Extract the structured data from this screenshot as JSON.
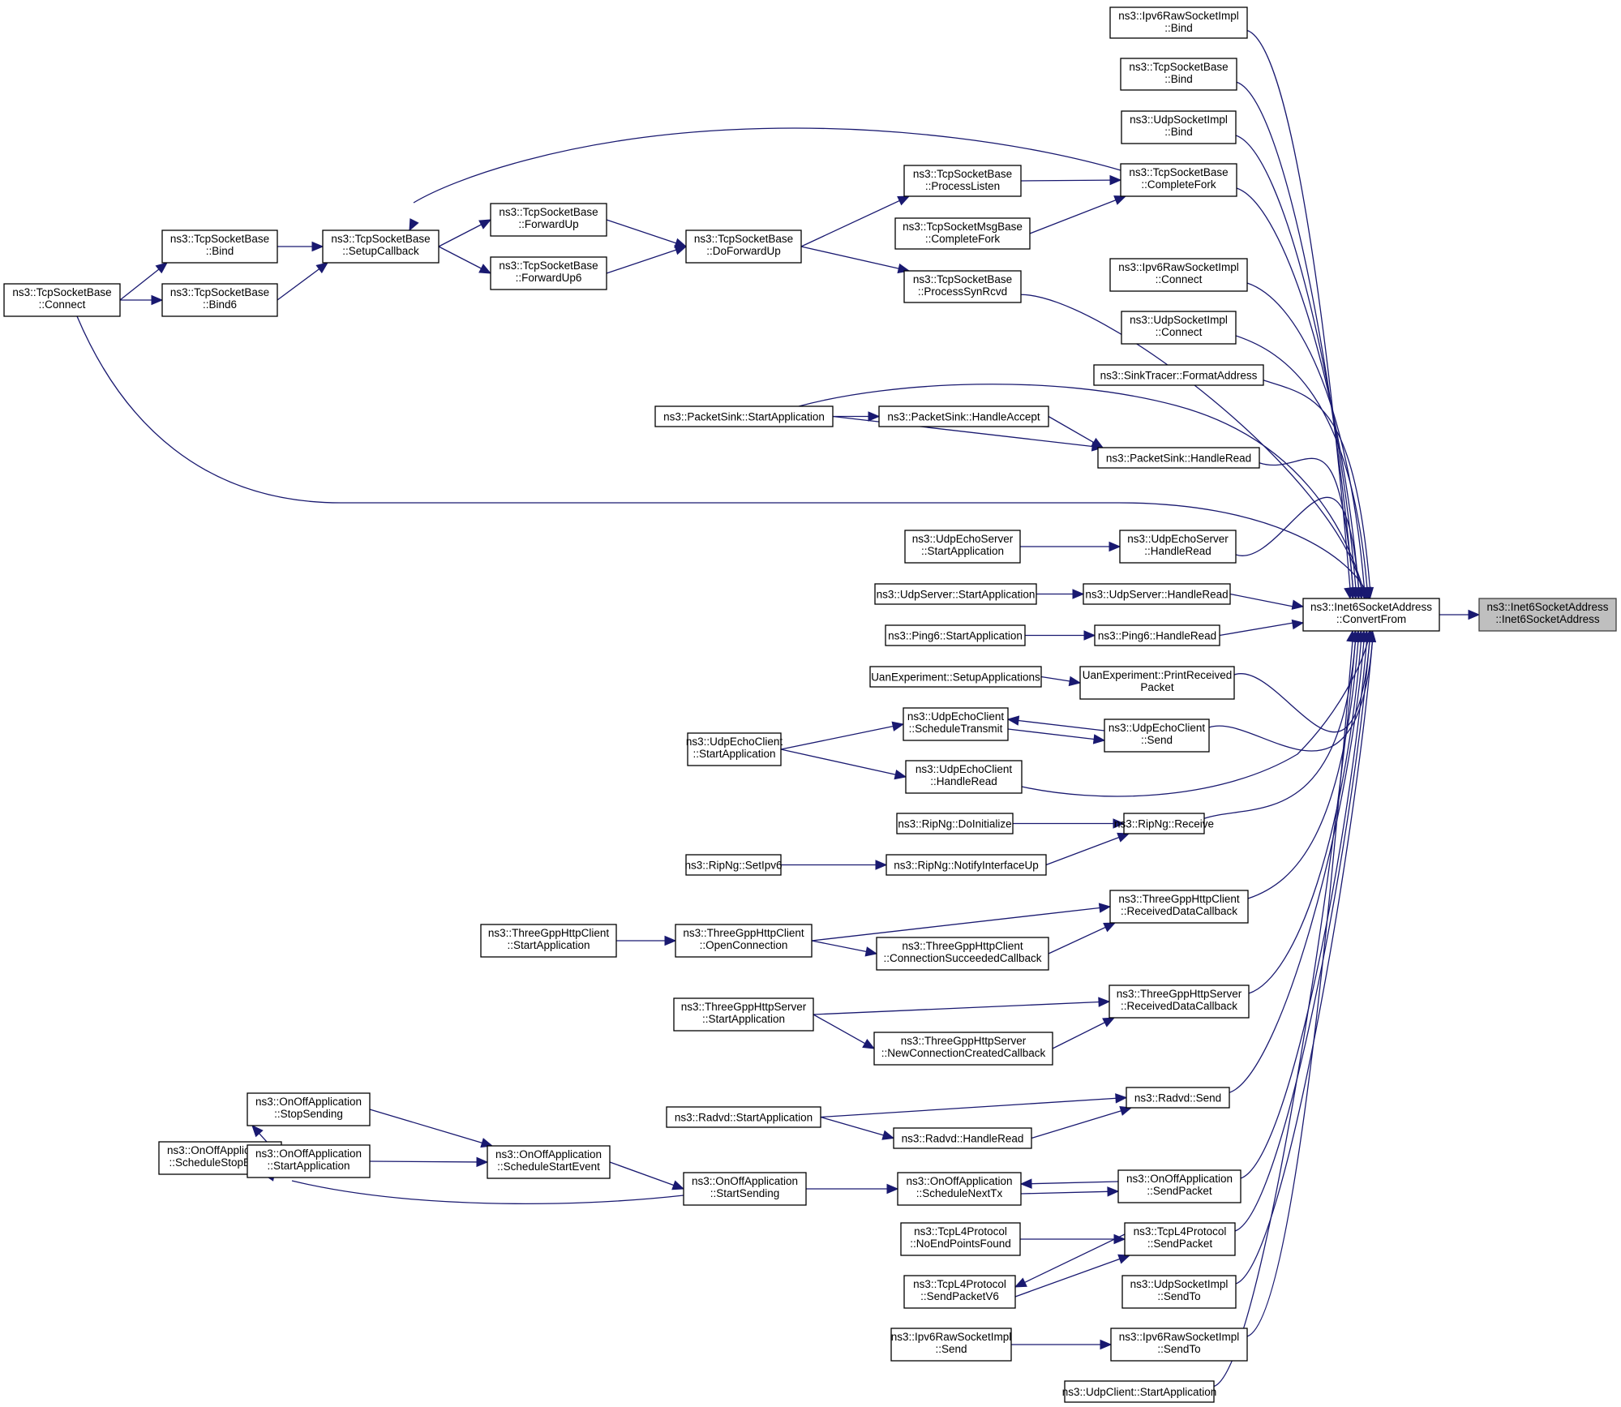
{
  "title": "ns3::Inet6SocketAddress::Inet6SocketAddress caller graph",
  "colors": {
    "edge": "#191970",
    "root_fill": "#bfbfbf",
    "node_fill": "#ffffff",
    "node_border": "#000000"
  },
  "nodes": [
    {
      "id": "root",
      "lines": [
        "ns3::Inet6SocketAddress",
        "::Inet6SocketAddress"
      ],
      "root": true
    },
    {
      "id": "convertfrom",
      "lines": [
        "ns3::Inet6SocketAddress",
        "::ConvertFrom"
      ]
    },
    {
      "id": "ipv6raw_bind",
      "lines": [
        "ns3::Ipv6RawSocketImpl",
        "::Bind"
      ]
    },
    {
      "id": "tcpsb_bind_r",
      "lines": [
        "ns3::TcpSocketBase",
        "::Bind"
      ]
    },
    {
      "id": "udpsi_bind",
      "lines": [
        "ns3::UdpSocketImpl",
        "::Bind"
      ]
    },
    {
      "id": "tcpsb_completefork",
      "lines": [
        "ns3::TcpSocketBase",
        "::CompleteFork"
      ]
    },
    {
      "id": "processlisten",
      "lines": [
        "ns3::TcpSocketBase",
        "::ProcessListen"
      ]
    },
    {
      "id": "msgbase_completefork",
      "lines": [
        "ns3::TcpSocketMsgBase",
        "::CompleteFork"
      ]
    },
    {
      "id": "processsynrcvd",
      "lines": [
        "ns3::TcpSocketBase",
        "::ProcessSynRcvd"
      ]
    },
    {
      "id": "doforwardup",
      "lines": [
        "ns3::TcpSocketBase",
        "::DoForwardUp"
      ]
    },
    {
      "id": "forwardup",
      "lines": [
        "ns3::TcpSocketBase",
        "::ForwardUp"
      ]
    },
    {
      "id": "forwardup6",
      "lines": [
        "ns3::TcpSocketBase",
        "::ForwardUp6"
      ]
    },
    {
      "id": "setupcallback",
      "lines": [
        "ns3::TcpSocketBase",
        "::SetupCallback"
      ]
    },
    {
      "id": "tcpsb_bind_l",
      "lines": [
        "ns3::TcpSocketBase",
        "::Bind"
      ]
    },
    {
      "id": "tcpsb_bind6",
      "lines": [
        "ns3::TcpSocketBase",
        "::Bind6"
      ]
    },
    {
      "id": "tcpsb_connect",
      "lines": [
        "ns3::TcpSocketBase",
        "::Connect"
      ]
    },
    {
      "id": "ipv6raw_connect",
      "lines": [
        "ns3::Ipv6RawSocketImpl",
        "::Connect"
      ]
    },
    {
      "id": "udpsi_connect",
      "lines": [
        "ns3::UdpSocketImpl",
        "::Connect"
      ]
    },
    {
      "id": "sinktracer",
      "lines": [
        "ns3::SinkTracer::FormatAddress"
      ]
    },
    {
      "id": "ps_start",
      "lines": [
        "ns3::PacketSink::StartApplication"
      ]
    },
    {
      "id": "ps_accept",
      "lines": [
        "ns3::PacketSink::HandleAccept"
      ]
    },
    {
      "id": "ps_read",
      "lines": [
        "ns3::PacketSink::HandleRead"
      ]
    },
    {
      "id": "ues_start",
      "lines": [
        "ns3::UdpEchoServer",
        "::StartApplication"
      ]
    },
    {
      "id": "ues_read",
      "lines": [
        "ns3::UdpEchoServer",
        "::HandleRead"
      ]
    },
    {
      "id": "us_start",
      "lines": [
        "ns3::UdpServer::StartApplication"
      ]
    },
    {
      "id": "us_read",
      "lines": [
        "ns3::UdpServer::HandleRead"
      ]
    },
    {
      "id": "ping_start",
      "lines": [
        "ns3::Ping6::StartApplication"
      ]
    },
    {
      "id": "ping_read",
      "lines": [
        "ns3::Ping6::HandleRead"
      ]
    },
    {
      "id": "uan_setup",
      "lines": [
        "UanExperiment::SetupApplications"
      ]
    },
    {
      "id": "uan_print",
      "lines": [
        "UanExperiment::PrintReceived",
        "Packet"
      ]
    },
    {
      "id": "uec_sched",
      "lines": [
        "ns3::UdpEchoClient",
        "::ScheduleTransmit"
      ]
    },
    {
      "id": "uec_send",
      "lines": [
        "ns3::UdpEchoClient",
        "::Send"
      ]
    },
    {
      "id": "uec_start",
      "lines": [
        "ns3::UdpEchoClient",
        "::StartApplication"
      ]
    },
    {
      "id": "uec_read",
      "lines": [
        "ns3::UdpEchoClient",
        "::HandleRead"
      ]
    },
    {
      "id": "rip_init",
      "lines": [
        "ns3::RipNg::DoInitialize"
      ]
    },
    {
      "id": "rip_recv",
      "lines": [
        "ns3::RipNg::Receive"
      ]
    },
    {
      "id": "rip_setipv6",
      "lines": [
        "ns3::RipNg::SetIpv6"
      ]
    },
    {
      "id": "rip_notify",
      "lines": [
        "ns3::RipNg::NotifyInterfaceUp"
      ]
    },
    {
      "id": "hc_recv",
      "lines": [
        "ns3::ThreeGppHttpClient",
        "::ReceivedDataCallback"
      ]
    },
    {
      "id": "hc_start",
      "lines": [
        "ns3::ThreeGppHttpClient",
        "::StartApplication"
      ]
    },
    {
      "id": "hc_open",
      "lines": [
        "ns3::ThreeGppHttpClient",
        "::OpenConnection"
      ]
    },
    {
      "id": "hc_succ",
      "lines": [
        "ns3::ThreeGppHttpClient",
        "::ConnectionSucceededCallback"
      ]
    },
    {
      "id": "hs_recv",
      "lines": [
        "ns3::ThreeGppHttpServer",
        "::ReceivedDataCallback"
      ]
    },
    {
      "id": "hs_start",
      "lines": [
        "ns3::ThreeGppHttpServer",
        "::StartApplication"
      ]
    },
    {
      "id": "hs_newconn",
      "lines": [
        "ns3::ThreeGppHttpServer",
        "::NewConnectionCreatedCallback"
      ]
    },
    {
      "id": "radvd_send",
      "lines": [
        "ns3::Radvd::Send"
      ]
    },
    {
      "id": "radvd_start",
      "lines": [
        "ns3::Radvd::StartApplication"
      ]
    },
    {
      "id": "radvd_read",
      "lines": [
        "ns3::Radvd::HandleRead"
      ]
    },
    {
      "id": "oo_stop",
      "lines": [
        "ns3::OnOffApplication",
        "::StopSending"
      ]
    },
    {
      "id": "oo_schedstop",
      "lines": [
        "ns3::OnOffApplication",
        "::ScheduleStopEvent"
      ]
    },
    {
      "id": "oo_startapp",
      "lines": [
        "ns3::OnOffApplication",
        "::StartApplication"
      ]
    },
    {
      "id": "oo_schedstart",
      "lines": [
        "ns3::OnOffApplication",
        "::ScheduleStartEvent"
      ]
    },
    {
      "id": "oo_startsend",
      "lines": [
        "ns3::OnOffApplication",
        "::StartSending"
      ]
    },
    {
      "id": "oo_nexttx",
      "lines": [
        "ns3::OnOffApplication",
        "::ScheduleNextTx"
      ]
    },
    {
      "id": "oo_sendpkt",
      "lines": [
        "ns3::OnOffApplication",
        "::SendPacket"
      ]
    },
    {
      "id": "tcpl4_noep",
      "lines": [
        "ns3::TcpL4Protocol",
        "::NoEndPointsFound"
      ]
    },
    {
      "id": "tcpl4_send",
      "lines": [
        "ns3::TcpL4Protocol",
        "::SendPacket"
      ]
    },
    {
      "id": "tcpl4_sendv6",
      "lines": [
        "ns3::TcpL4Protocol",
        "::SendPacketV6"
      ]
    },
    {
      "id": "udpsi_sendto",
      "lines": [
        "ns3::UdpSocketImpl",
        "::SendTo"
      ]
    },
    {
      "id": "ipv6raw_send",
      "lines": [
        "ns3::Ipv6RawSocketImpl",
        "::Send"
      ]
    },
    {
      "id": "ipv6raw_sendto",
      "lines": [
        "ns3::Ipv6RawSocketImpl",
        "::SendTo"
      ]
    },
    {
      "id": "udpclient_start",
      "lines": [
        "ns3::UdpClient::StartApplication"
      ]
    }
  ],
  "edges": [
    [
      "convertfrom",
      "root"
    ],
    [
      "ipv6raw_bind",
      "convertfrom"
    ],
    [
      "tcpsb_bind_r",
      "convertfrom"
    ],
    [
      "udpsi_bind",
      "convertfrom"
    ],
    [
      "tcpsb_completefork",
      "convertfrom"
    ],
    [
      "processsynrcvd",
      "convertfrom"
    ],
    [
      "ipv6raw_connect",
      "convertfrom"
    ],
    [
      "udpsi_connect",
      "convertfrom"
    ],
    [
      "sinktracer",
      "convertfrom"
    ],
    [
      "ps_start",
      "convertfrom"
    ],
    [
      "ps_read",
      "convertfrom"
    ],
    [
      "tcpsb_connect",
      "convertfrom"
    ],
    [
      "ues_read",
      "convertfrom"
    ],
    [
      "us_read",
      "convertfrom"
    ],
    [
      "ping_read",
      "convertfrom"
    ],
    [
      "uan_print",
      "convertfrom"
    ],
    [
      "uec_send",
      "convertfrom"
    ],
    [
      "uec_read",
      "convertfrom"
    ],
    [
      "rip_recv",
      "convertfrom"
    ],
    [
      "hc_recv",
      "convertfrom"
    ],
    [
      "hs_recv",
      "convertfrom"
    ],
    [
      "radvd_send",
      "convertfrom"
    ],
    [
      "oo_sendpkt",
      "convertfrom"
    ],
    [
      "tcpl4_send",
      "convertfrom"
    ],
    [
      "udpsi_sendto",
      "convertfrom"
    ],
    [
      "ipv6raw_sendto",
      "convertfrom"
    ],
    [
      "udpclient_start",
      "convertfrom"
    ],
    [
      "processlisten",
      "tcpsb_completefork"
    ],
    [
      "msgbase_completefork",
      "tcpsb_completefork"
    ],
    [
      "tcpsb_completefork",
      "setupcallback"
    ],
    [
      "doforwardup",
      "processlisten"
    ],
    [
      "doforwardup",
      "processsynrcvd"
    ],
    [
      "forwardup",
      "doforwardup"
    ],
    [
      "forwardup6",
      "doforwardup"
    ],
    [
      "setupcallback",
      "forwardup"
    ],
    [
      "setupcallback",
      "forwardup6"
    ],
    [
      "tcpsb_bind_l",
      "setupcallback"
    ],
    [
      "tcpsb_bind6",
      "setupcallback"
    ],
    [
      "tcpsb_connect",
      "tcpsb_bind_l"
    ],
    [
      "tcpsb_connect",
      "tcpsb_bind6"
    ],
    [
      "ps_start",
      "ps_accept"
    ],
    [
      "ps_start",
      "ps_read"
    ],
    [
      "ps_accept",
      "ps_read"
    ],
    [
      "ues_start",
      "ues_read"
    ],
    [
      "us_start",
      "us_read"
    ],
    [
      "ping_start",
      "ping_read"
    ],
    [
      "uan_setup",
      "uan_print"
    ],
    [
      "uec_send",
      "uec_sched"
    ],
    [
      "uec_sched",
      "uec_send"
    ],
    [
      "uec_start",
      "uec_sched"
    ],
    [
      "uec_start",
      "uec_read"
    ],
    [
      "rip_init",
      "rip_recv"
    ],
    [
      "rip_notify",
      "rip_recv"
    ],
    [
      "rip_setipv6",
      "rip_notify"
    ],
    [
      "hc_start",
      "hc_open"
    ],
    [
      "hc_open",
      "hc_recv"
    ],
    [
      "hc_open",
      "hc_succ"
    ],
    [
      "hc_succ",
      "hc_recv"
    ],
    [
      "hs_start",
      "hs_recv"
    ],
    [
      "hs_start",
      "hs_newconn"
    ],
    [
      "hs_newconn",
      "hs_recv"
    ],
    [
      "radvd_start",
      "radvd_send"
    ],
    [
      "radvd_start",
      "radvd_read"
    ],
    [
      "radvd_read",
      "radvd_send"
    ],
    [
      "oo_schedstop",
      "oo_stop"
    ],
    [
      "oo_stop",
      "oo_schedstart"
    ],
    [
      "oo_startapp",
      "oo_schedstart"
    ],
    [
      "oo_schedstart",
      "oo_startsend"
    ],
    [
      "oo_startsend",
      "oo_schedstop"
    ],
    [
      "oo_startsend",
      "oo_nexttx"
    ],
    [
      "oo_nexttx",
      "oo_sendpkt"
    ],
    [
      "oo_sendpkt",
      "oo_nexttx"
    ],
    [
      "tcpl4_noep",
      "tcpl4_send"
    ],
    [
      "tcpl4_send",
      "tcpl4_sendv6"
    ],
    [
      "tcpl4_sendv6",
      "tcpl4_send"
    ],
    [
      "ipv6raw_send",
      "ipv6raw_sendto"
    ]
  ]
}
